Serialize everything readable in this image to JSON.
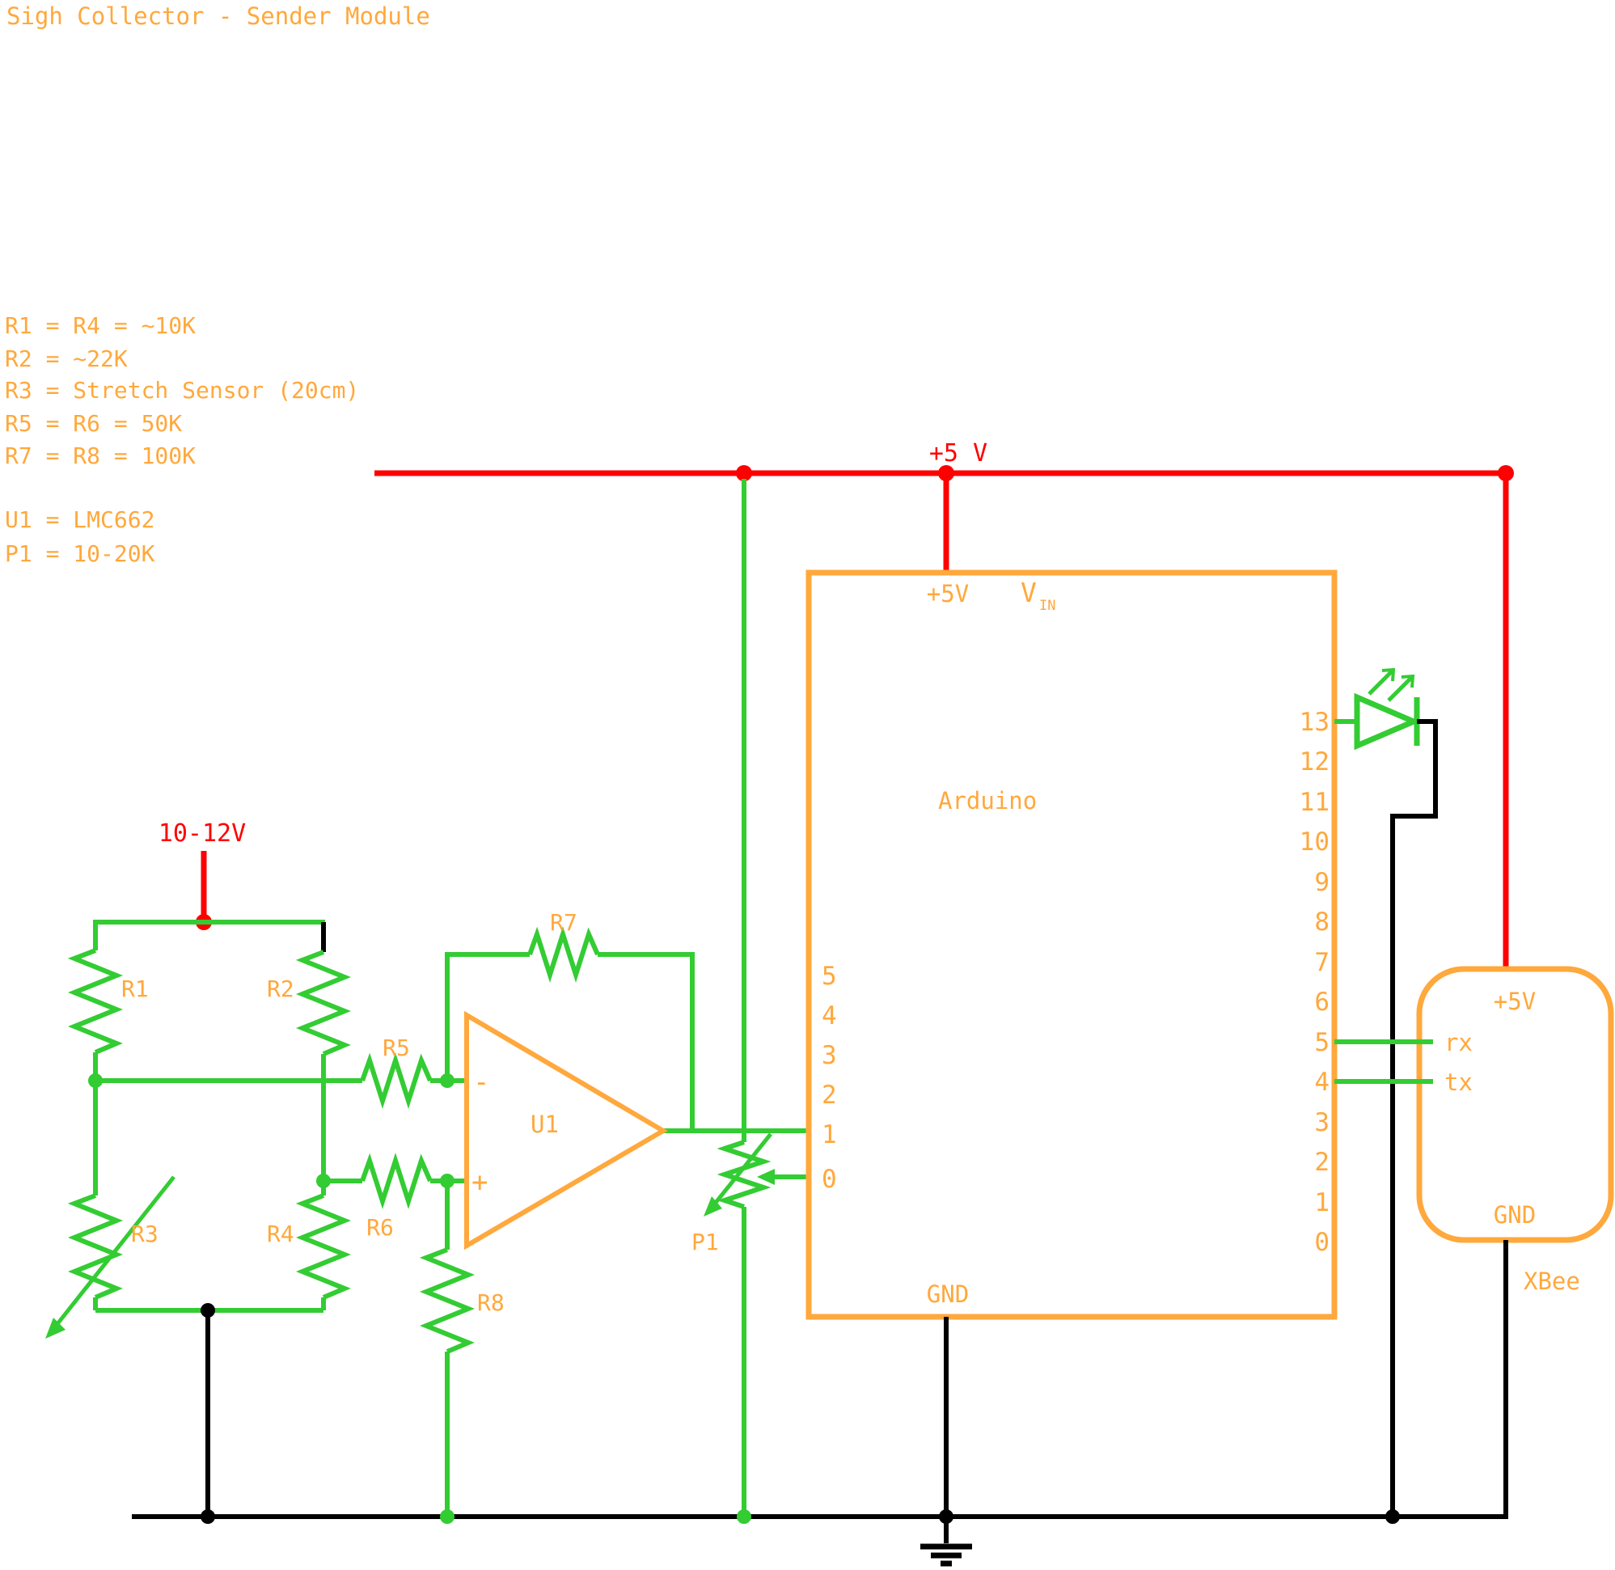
{
  "title": "Sigh Collector - Sender Module",
  "colors": {
    "schematic_orange": "#ffa83c",
    "signal_green": "#33cc33",
    "power_red": "#ff0000",
    "ground_black": "#000000",
    "background": "#ffffff"
  },
  "notes": {
    "component_values": [
      "R1 = R4 = ~10K",
      "R2 = ~22K",
      "R3 = Stretch Sensor (20cm)",
      "R5 = R6 = 50K",
      "R7 = R8 = 100K"
    ],
    "part_values": [
      "U1 = LMC662",
      "P1 = 10-20K"
    ]
  },
  "power": {
    "rail_label": "+5 V",
    "supply_label": "10-12V"
  },
  "bridge": {
    "r1": "R1",
    "r2": "R2",
    "r3": "R3",
    "r4": "R4"
  },
  "amplifier": {
    "u1": "U1",
    "minus": "-",
    "plus": "+",
    "r5": "R5",
    "r6": "R6",
    "r7": "R7",
    "r8": "R8"
  },
  "pot": {
    "p1": "P1"
  },
  "arduino": {
    "name": "Arduino",
    "plus5v": "+5V",
    "vin_main": "V",
    "vin_sub": "IN",
    "gnd": "GND",
    "left_pins": [
      "5",
      "4",
      "3",
      "2",
      "1",
      "0"
    ],
    "right_pins": [
      "13",
      "12",
      "11",
      "10",
      "9",
      "8",
      "7",
      "6",
      "5",
      "4",
      "3",
      "2",
      "1",
      "0"
    ]
  },
  "xbee": {
    "name": "XBee",
    "plus5v": "+5V",
    "rx": "rx",
    "tx": "tx",
    "gnd": "GND"
  }
}
